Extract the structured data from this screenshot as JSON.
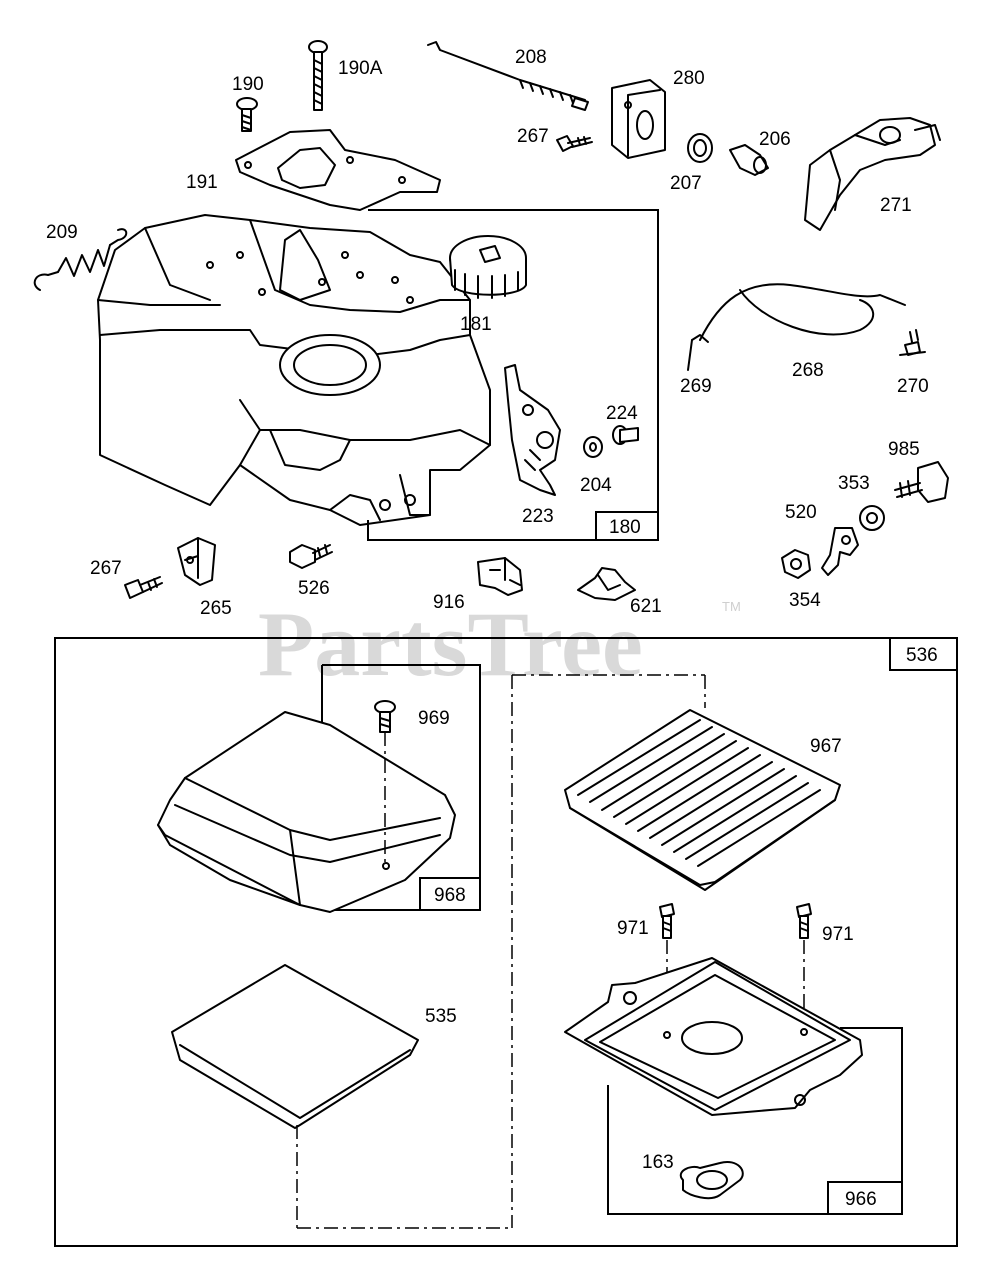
{
  "watermark": {
    "text": "PartsTree",
    "tm": "TM"
  },
  "boxes": {
    "b180": "180",
    "b536": "536",
    "b968": "968",
    "b966": "966"
  },
  "labels": {
    "l190a": "190A",
    "l190": "190",
    "l208": "208",
    "l280": "280",
    "l267a": "267",
    "l206": "206",
    "l207": "207",
    "l191": "191",
    "l271": "271",
    "l209": "209",
    "l181": "181",
    "l224": "224",
    "l204": "204",
    "l223": "223",
    "l269": "269",
    "l268": "268",
    "l270": "270",
    "l985": "985",
    "l353": "353",
    "l520": "520",
    "l354": "354",
    "l267b": "267",
    "l265": "265",
    "l526": "526",
    "l916": "916",
    "l621": "621",
    "l969": "969",
    "l967": "967",
    "l971a": "971",
    "l971b": "971",
    "l535": "535",
    "l163": "163"
  }
}
